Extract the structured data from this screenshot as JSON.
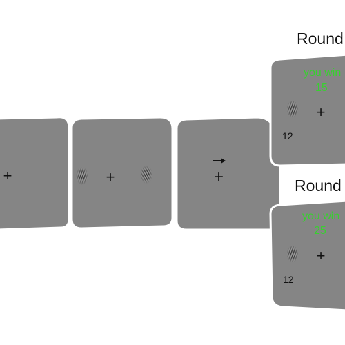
{
  "fixation_symbol": "+",
  "colors": {
    "screen": "#858585",
    "screen_edge": "#6e6e6e",
    "win_text": "#37d12e",
    "text": "#111111"
  },
  "screens": {
    "fixation": {
      "symbol": "+"
    },
    "stimuli": {
      "symbol": "+",
      "gratings": "grating-icon"
    },
    "cue": {
      "symbol": "+",
      "cue_icon": "arrow-right-icon"
    }
  },
  "rounds": [
    {
      "title": "Round",
      "win_label": "you win",
      "win_amount": "15",
      "symbol": "+",
      "left_value": "12"
    },
    {
      "title": "Round",
      "win_label": "you win",
      "win_amount": "25",
      "symbol": "+",
      "left_value": "12"
    }
  ]
}
